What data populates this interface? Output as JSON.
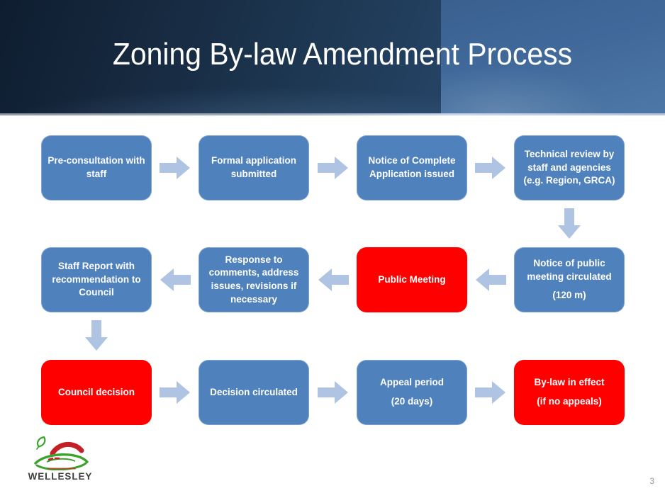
{
  "slide": {
    "title": "Zoning By-law Amendment Process",
    "page_number": "3"
  },
  "logo": {
    "wordmark": "WELLESLEY"
  },
  "colors": {
    "box_blue": "#4F81BD",
    "box_red": "#FE0000",
    "arrow": "#AFC3E3",
    "header_dark": "#16293F",
    "header_band": "#4A74A3",
    "box_text": "#FFFFFF",
    "logo_green": "#3BA22C",
    "logo_red": "#C42127"
  },
  "flowchart": {
    "boxes": [
      {
        "id": "pre-consultation",
        "row": 0,
        "col": 0,
        "variant": "blue",
        "paragraphs": [
          "Pre-consultation with staff"
        ]
      },
      {
        "id": "formal-application",
        "row": 0,
        "col": 1,
        "variant": "blue",
        "paragraphs": [
          "Formal application submitted"
        ]
      },
      {
        "id": "notice-complete-application",
        "row": 0,
        "col": 2,
        "variant": "blue",
        "paragraphs": [
          "Notice of Complete Application issued"
        ]
      },
      {
        "id": "technical-review",
        "row": 0,
        "col": 3,
        "variant": "blue",
        "paragraphs": [
          "Technical review by staff and agencies (e.g. Region, GRCA)"
        ]
      },
      {
        "id": "notice-public-meeting",
        "row": 1,
        "col": 3,
        "variant": "blue",
        "paragraphs": [
          "Notice of public meeting circulated",
          "(120 m)"
        ]
      },
      {
        "id": "public-meeting",
        "row": 1,
        "col": 2,
        "variant": "red",
        "paragraphs": [
          "Public Meeting"
        ]
      },
      {
        "id": "response-to-comments",
        "row": 1,
        "col": 1,
        "variant": "blue",
        "paragraphs": [
          "Response to comments, address issues, revisions if necessary"
        ]
      },
      {
        "id": "staff-report",
        "row": 1,
        "col": 0,
        "variant": "blue",
        "paragraphs": [
          "Staff Report with recommendation to Council"
        ]
      },
      {
        "id": "council-decision",
        "row": 2,
        "col": 0,
        "variant": "red",
        "paragraphs": [
          "Council decision"
        ]
      },
      {
        "id": "decision-circulated",
        "row": 2,
        "col": 1,
        "variant": "blue",
        "paragraphs": [
          "Decision circulated"
        ]
      },
      {
        "id": "appeal-period",
        "row": 2,
        "col": 2,
        "variant": "blue",
        "paragraphs": [
          "Appeal period",
          "(20 days)"
        ]
      },
      {
        "id": "bylaw-in-effect",
        "row": 2,
        "col": 3,
        "variant": "red",
        "paragraphs": [
          "By-law in effect",
          "(if no appeals)"
        ]
      }
    ],
    "arrows": [
      {
        "dir": "right",
        "row": 0,
        "gap": 0
      },
      {
        "dir": "right",
        "row": 0,
        "gap": 1
      },
      {
        "dir": "right",
        "row": 0,
        "gap": 2
      },
      {
        "dir": "down",
        "row": 0,
        "col": 3
      },
      {
        "dir": "left",
        "row": 1,
        "gap": 2
      },
      {
        "dir": "left",
        "row": 1,
        "gap": 1
      },
      {
        "dir": "left",
        "row": 1,
        "gap": 0
      },
      {
        "dir": "down",
        "row": 1,
        "col": 0
      },
      {
        "dir": "right",
        "row": 2,
        "gap": 0
      },
      {
        "dir": "right",
        "row": 2,
        "gap": 1
      },
      {
        "dir": "right",
        "row": 2,
        "gap": 2
      }
    ]
  }
}
